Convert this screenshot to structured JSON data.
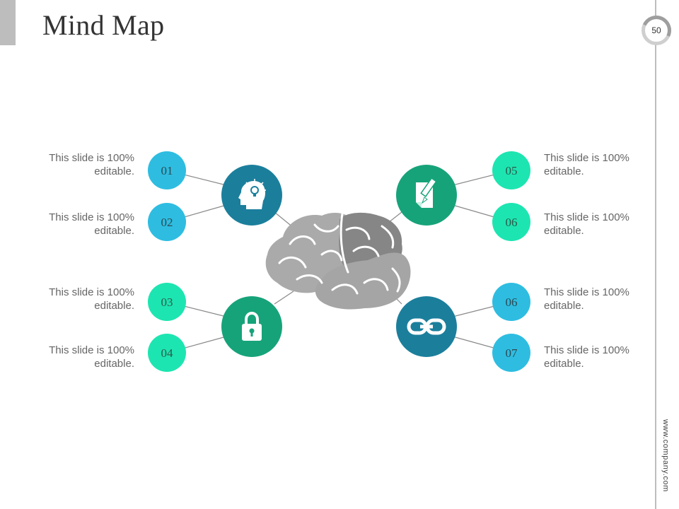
{
  "slide": {
    "title": "Mind Map",
    "page_number": "50",
    "website": "www.company.com"
  },
  "colors": {
    "blue": "#2ebde1",
    "teal_dark": "#1b7f9c",
    "green_dark": "#17a37a",
    "green_light": "#1de5b1",
    "brain_light": "#aaaaaa",
    "brain_dark": "#868686"
  },
  "hubs": [
    {
      "name": "idea",
      "icon": "lightbulb-head-icon"
    },
    {
      "name": "write",
      "icon": "pencil-note-icon"
    },
    {
      "name": "security",
      "icon": "padlock-icon"
    },
    {
      "name": "link",
      "icon": "chain-link-icon"
    }
  ],
  "items": [
    {
      "number": "01",
      "caption": "This slide is 100% editable."
    },
    {
      "number": "02",
      "caption": "This slide is 100% editable."
    },
    {
      "number": "03",
      "caption": "This slide is 100% editable."
    },
    {
      "number": "04",
      "caption": "This slide is 100% editable."
    },
    {
      "number": "05",
      "caption": "This slide is 100% editable."
    },
    {
      "number": "06",
      "caption": "This slide is 100% editable."
    },
    {
      "number": "06",
      "caption": "This slide is 100% editable."
    },
    {
      "number": "07",
      "caption": "This slide is 100% editable."
    }
  ]
}
